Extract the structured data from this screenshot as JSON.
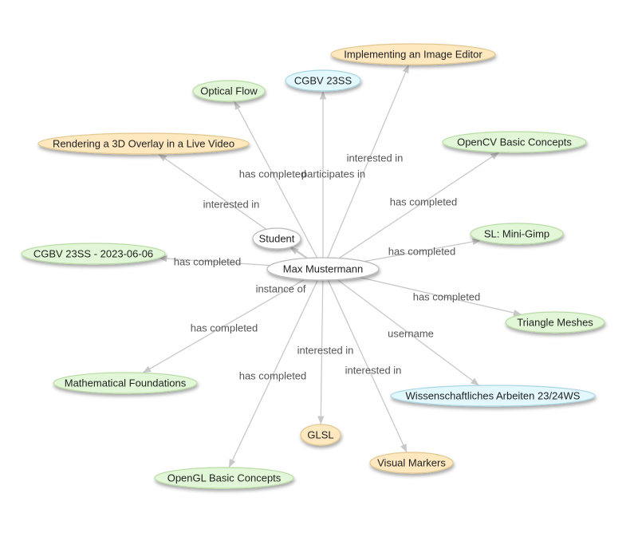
{
  "colors": {
    "green": {
      "fill": "#e2f7d8",
      "stroke": "#b9dca4"
    },
    "orange": {
      "fill": "#fde8c0",
      "stroke": "#e3c88e"
    },
    "blue": {
      "fill": "#e2f8fd",
      "stroke": "#a9d6e4"
    },
    "white": {
      "fill": "#ffffff",
      "stroke": "#bbbbbb"
    },
    "edge": "#c8c8c8"
  },
  "nodes": [
    {
      "id": "max",
      "label": "Max Mustermann",
      "color": "white"
    },
    {
      "id": "student",
      "label": "Student",
      "color": "white"
    },
    {
      "id": "cgbv_date",
      "label": "CGBV 23SS - 2023-06-06",
      "color": "green"
    },
    {
      "id": "rendering",
      "label": "Rendering a 3D Overlay in a Live Video",
      "color": "orange"
    },
    {
      "id": "optical",
      "label": "Optical Flow",
      "color": "green"
    },
    {
      "id": "cgbv",
      "label": "CGBV 23SS",
      "color": "blue"
    },
    {
      "id": "editor",
      "label": "Implementing an Image Editor",
      "color": "orange"
    },
    {
      "id": "opencv",
      "label": "OpenCV Basic Concepts",
      "color": "green"
    },
    {
      "id": "gimp",
      "label": "SL: Mini-Gimp",
      "color": "green"
    },
    {
      "id": "triangle",
      "label": "Triangle Meshes",
      "color": "green"
    },
    {
      "id": "wiss",
      "label": "Wissenschaftliches Arbeiten 23/24WS",
      "color": "blue"
    },
    {
      "id": "markers",
      "label": "Visual Markers",
      "color": "orange"
    },
    {
      "id": "glsl",
      "label": "GLSL",
      "color": "orange"
    },
    {
      "id": "opengl",
      "label": "OpenGL Basic Concepts",
      "color": "green"
    },
    {
      "id": "math",
      "label": "Mathematical Foundations",
      "color": "green"
    }
  ],
  "edges": [
    {
      "from": "max",
      "to": "rendering",
      "label": "interested in"
    },
    {
      "from": "max",
      "to": "optical",
      "label": "has completed"
    },
    {
      "from": "max",
      "to": "cgbv",
      "label": "participates in"
    },
    {
      "from": "max",
      "to": "editor",
      "label": "interested in"
    },
    {
      "from": "max",
      "to": "opencv",
      "label": "has completed"
    },
    {
      "from": "max",
      "to": "gimp",
      "label": "has completed"
    },
    {
      "from": "max",
      "to": "triangle",
      "label": "has completed"
    },
    {
      "from": "max",
      "to": "wiss",
      "label": "username"
    },
    {
      "from": "max",
      "to": "markers",
      "label": "interested in"
    },
    {
      "from": "max",
      "to": "glsl",
      "label": "interested in"
    },
    {
      "from": "max",
      "to": "opengl",
      "label": "has completed"
    },
    {
      "from": "max",
      "to": "math",
      "label": "has completed"
    },
    {
      "from": "max",
      "to": "cgbv_date",
      "label": "has completed"
    },
    {
      "from": "max",
      "to": "student",
      "label": "instance of"
    }
  ]
}
